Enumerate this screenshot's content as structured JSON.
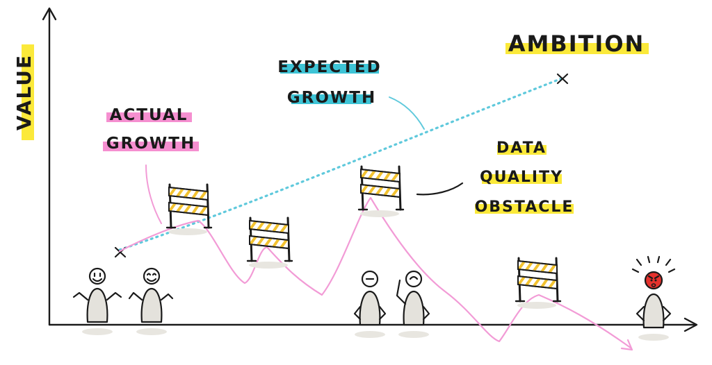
{
  "axes": {
    "y_label": "VALUE"
  },
  "labels": {
    "ambition": "AMBITION",
    "expected_line1": "EXPECTED",
    "expected_line2": "GROWTH",
    "actual_line1": "ACTUAL",
    "actual_line2": "GROWTH",
    "obstacle_line1": "DATA",
    "obstacle_line2": "QUALITY",
    "obstacle_line3": "OBSTACLE"
  },
  "colors": {
    "yellow_highlight": "#fbe93a",
    "blue_highlight": "#3ec4d6",
    "pink_highlight": "#f58fd0",
    "actual_line": "#f29bd6",
    "expected_line": "#5fc9dc",
    "figure_fill": "#e4e2dc",
    "angry_face": "#e5322d",
    "barrier_stripe": "#f2c230"
  },
  "icons": {
    "figures": [
      "happy-figure-icon",
      "happy-figure-icon",
      "neutral-figure-icon",
      "worried-figure-icon",
      "angry-figure-icon"
    ],
    "obstacles": [
      "barrier-icon",
      "barrier-icon",
      "barrier-icon",
      "barrier-icon"
    ]
  }
}
